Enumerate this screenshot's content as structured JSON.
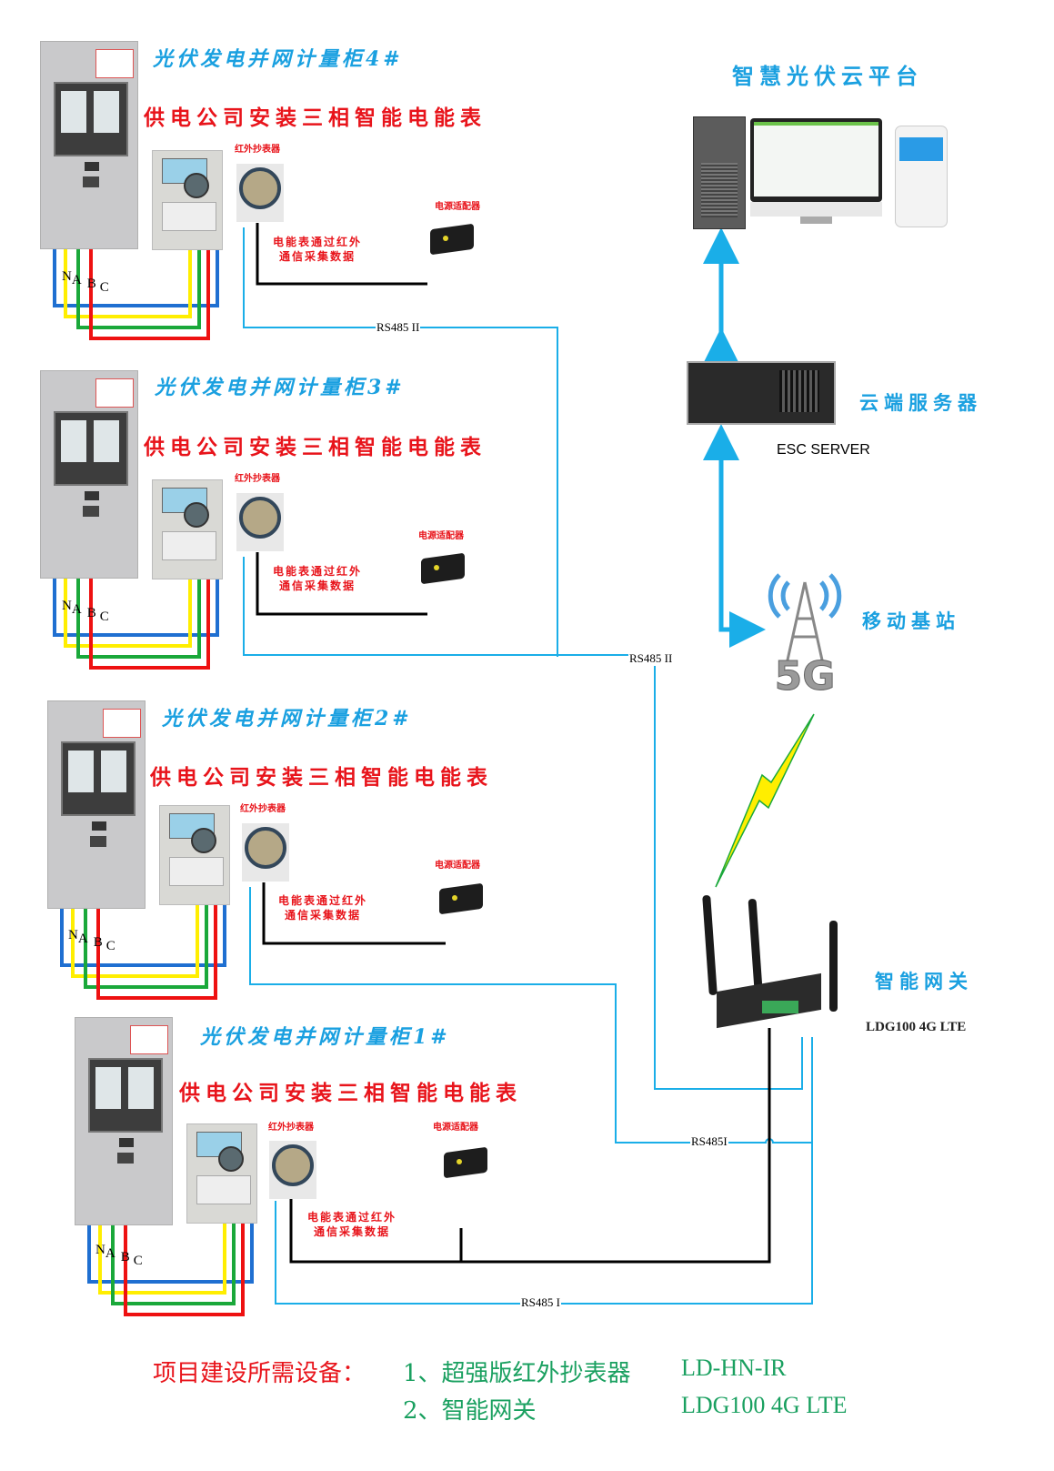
{
  "platform": {
    "title": "智慧光伏云平台"
  },
  "server": {
    "label_cn": "云端服务器",
    "label_en": "ESC SERVER"
  },
  "base_station": {
    "label": "移动基站",
    "badge": "5G"
  },
  "gateway": {
    "label_cn": "智能网关",
    "model": "LDG100 4G LTE"
  },
  "cabinets": [
    {
      "title": "光伏发电并网计量柜4#",
      "meter_label": "供电公司安装三相智能电能表",
      "reader_label": "红外抄表器",
      "adapter_label": "电源适配器",
      "note_line1": "电能表通过红外",
      "note_line2": "通信采集数据",
      "phases": [
        "N",
        "A",
        "B",
        "C"
      ]
    },
    {
      "title": "光伏发电并网计量柜3#",
      "meter_label": "供电公司安装三相智能电能表",
      "reader_label": "红外抄表器",
      "adapter_label": "电源适配器",
      "note_line1": "电能表通过红外",
      "note_line2": "通信采集数据",
      "phases": [
        "N",
        "A",
        "B",
        "C"
      ]
    },
    {
      "title": "光伏发电并网计量柜2#",
      "meter_label": "供电公司安装三相智能电能表",
      "reader_label": "红外抄表器",
      "adapter_label": "电源适配器",
      "note_line1": "电能表通过红外",
      "note_line2": "通信采集数据",
      "phases": [
        "N",
        "A",
        "B",
        "C"
      ]
    },
    {
      "title": "光伏发电并网计量柜1#",
      "meter_label": "供电公司安装三相智能电能表",
      "reader_label": "红外抄表器",
      "adapter_label": "电源适配器",
      "note_line1": "电能表通过红外",
      "note_line2": "通信采集数据",
      "phases": [
        "N",
        "A",
        "B",
        "C"
      ]
    }
  ],
  "bus_labels": {
    "rs485_ii_top": "RS485 II",
    "rs485_ii_mid": "RS485 II",
    "rs485_i_mid": "RS485I",
    "rs485_i_bottom": "RS485 I"
  },
  "footer": {
    "heading": "项目建设所需设备：",
    "items": [
      {
        "index": "1、",
        "name": "超强版红外抄表器",
        "model": "LD-HN-IR"
      },
      {
        "index": "2、",
        "name": "智能网关",
        "model": "LDG100 4G  LTE"
      }
    ]
  },
  "colors": {
    "wire_blue": "#1aaee8",
    "phase_n": "#1f6fd1",
    "phase_a": "#ffee00",
    "phase_b": "#1aa83a",
    "phase_c": "#ee1111",
    "accent_blue": "#1aa0e0",
    "accent_red": "#e8141b"
  }
}
